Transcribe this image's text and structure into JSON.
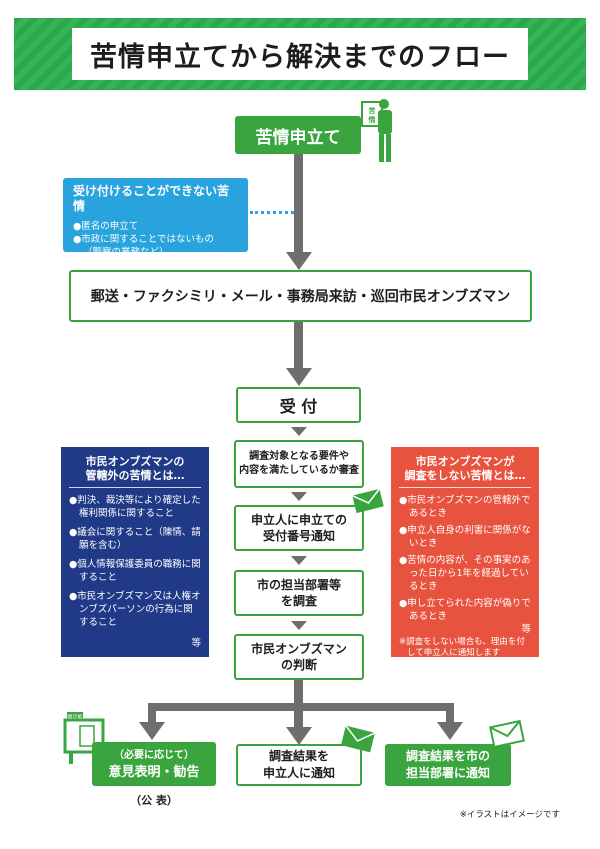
{
  "title": "苦情申立てから解決までのフロー",
  "start_box": "苦情申立て",
  "person_sign": "苦情",
  "rejected": {
    "title": "受け付けることができない苦情",
    "items": [
      "●匿名の申立て",
      "●市政に関することではないもの",
      "（警察の業務など）"
    ]
  },
  "channels": "郵送・ファクシミリ・メール・事務局来訪・巡回市民オンブズマン",
  "reception": "受 付",
  "steps": [
    {
      "line1": "調査対象となる要件や",
      "line2": "内容を満たしているか審査"
    },
    {
      "line1": "申立人に申立ての",
      "line2": "受付番号通知"
    },
    {
      "line1": "市の担当部署等",
      "line2": "を調査"
    },
    {
      "line1": "市民オンブズマン",
      "line2": "の判断"
    }
  ],
  "left_panel": {
    "title1": "市民オンブズマンの",
    "title2": "管轄外の苦情とは…",
    "items": [
      "●判決、裁決等により確定した権利関係に関すること",
      "●議会に関すること（陳情、請願を含む）",
      "●個人情報保護委員の職務に関すること",
      "●市民オンブズマン又は人権オンブズパーソンの行為に関すること"
    ],
    "etc": "等"
  },
  "right_panel": {
    "title1": "市民オンブズマンが",
    "title2": "調査をしない苦情とは…",
    "items": [
      "●市民オンブズマンの管轄外であるとき",
      "●申立人自身の利害に関係がないとき",
      "●苦情の内容が、その事実のあった日から1年を経過しているとき",
      "●申し立てられた内容が偽りであるとき"
    ],
    "etc": "等",
    "note": "※調査をしない場合も、理由を付して申立人に通知します"
  },
  "outcomes": {
    "left_line1": "（必要に応じて）",
    "left_line2": "意見表明・勧告",
    "left_sub": "（公 表）",
    "notice_board": "掲示板",
    "center_line1": "調査結果を",
    "center_line2": "申立人に通知",
    "right_line1": "調査結果を市の",
    "right_line2": "担当部署に通知"
  },
  "footnote": "※イラストはイメージです",
  "colors": {
    "green": "#3aa53f",
    "blue": "#29a3dd",
    "navy": "#203a87",
    "red": "#e8533f",
    "gray": "#6e6e6e"
  }
}
